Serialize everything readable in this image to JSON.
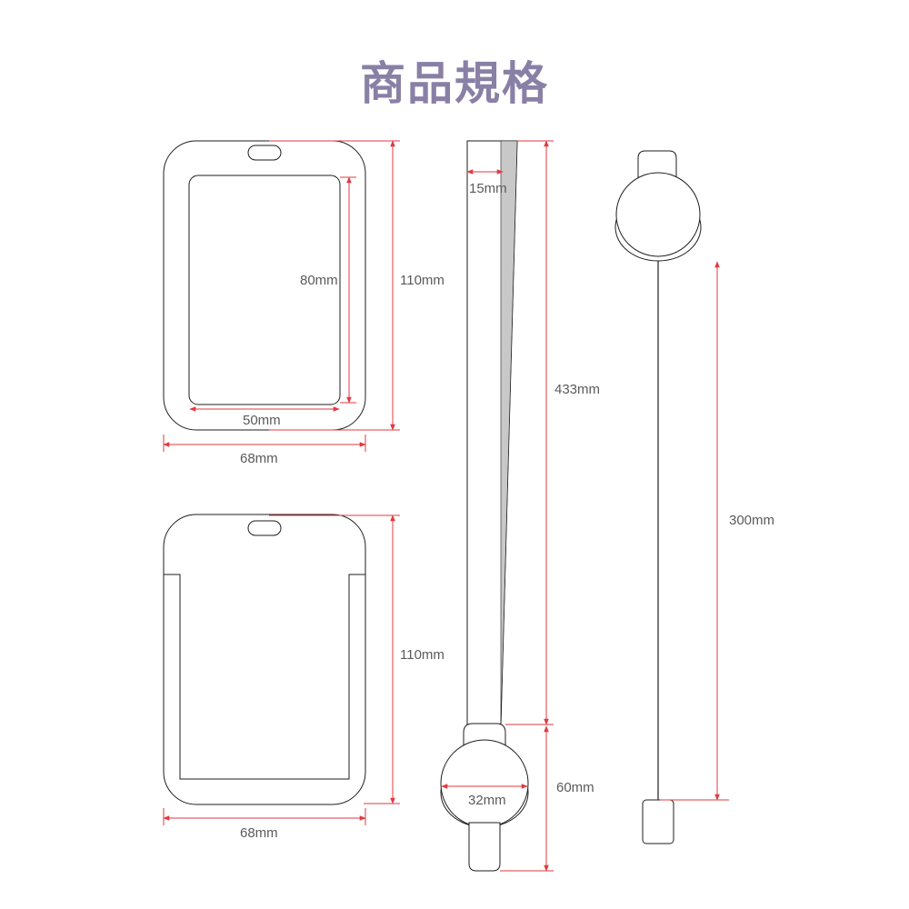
{
  "title": "商品規格",
  "colors": {
    "title": "#8a80a6",
    "dimension": "#e03a40",
    "outline": "#1e1e1e",
    "label": "#5a5a5a",
    "strap_shade": "#c8c8c8"
  },
  "card_holder_1": {
    "inner_height": "80mm",
    "outer_height": "110mm",
    "inner_width": "50mm",
    "outer_width": "68mm"
  },
  "card_holder_2": {
    "outer_height": "110mm",
    "outer_width": "68mm"
  },
  "lanyard": {
    "strap_width": "15mm",
    "strap_length": "433mm",
    "badge_length": "60mm",
    "badge_diameter": "32mm"
  },
  "reel": {
    "cord_length": "300mm"
  }
}
